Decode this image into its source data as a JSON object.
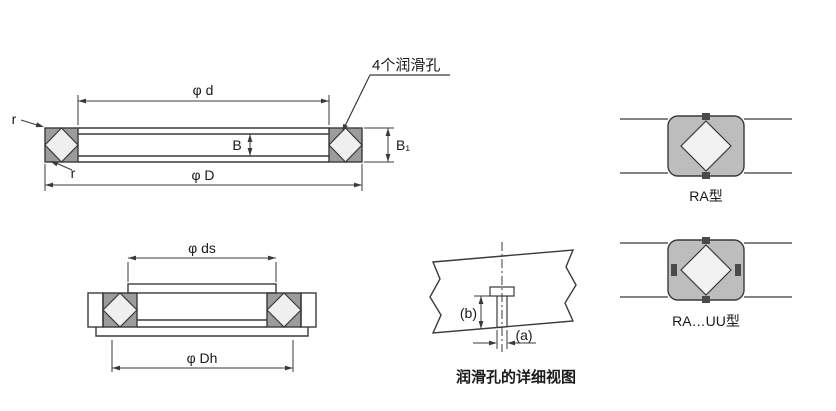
{
  "page": {
    "background": "#ffffff",
    "line_color": "#3a3a3a",
    "fill_gray": "#bdbdbd"
  },
  "front_view": {
    "lube_holes_label": "4个润滑孔",
    "dims": {
      "inner_diameter": "φ d",
      "outer_diameter": "φ D",
      "width": "B",
      "flange_width": "B₁",
      "radius_top": "r",
      "radius_bottom": "r"
    }
  },
  "mounting_view": {
    "dims": {
      "shaft_shoulder_diameter": "φ ds",
      "housing_shoulder_diameter": "φ Dh"
    }
  },
  "detail_view": {
    "dims": {
      "a": "(a)",
      "b": "(b)"
    },
    "caption": "润滑孔的详细视图"
  },
  "types": {
    "ra": "RA型",
    "ra_uu": "RA…UU型"
  }
}
